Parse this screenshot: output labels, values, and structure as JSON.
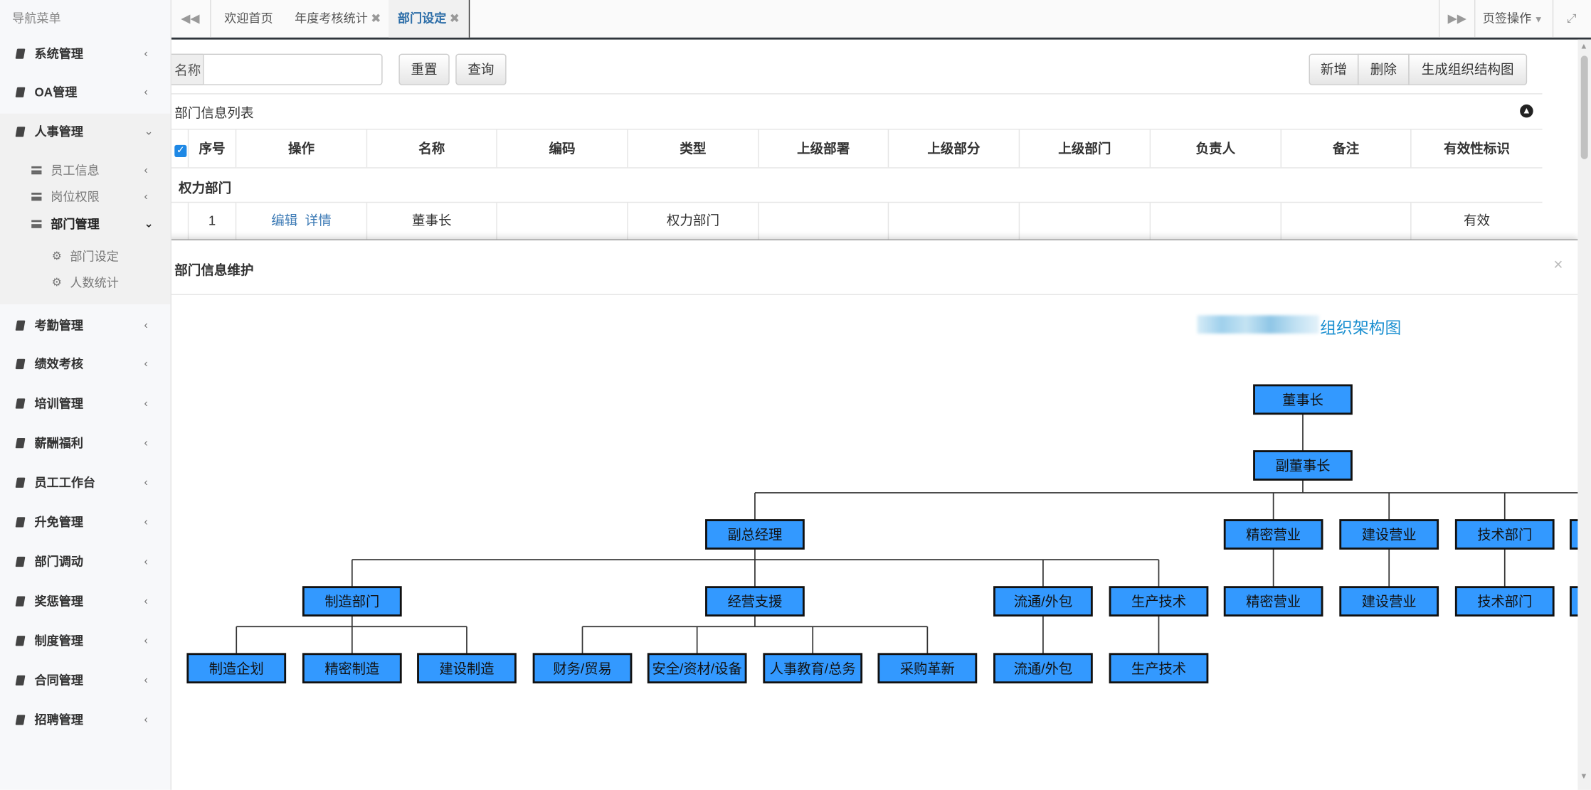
{
  "sidebar": {
    "title": "导航菜单",
    "items": [
      {
        "label": "系统管理",
        "expanded": false
      },
      {
        "label": "OA管理",
        "expanded": false
      },
      {
        "label": "人事管理",
        "expanded": true
      },
      {
        "label": "考勤管理"
      },
      {
        "label": "绩效考核"
      },
      {
        "label": "培训管理"
      },
      {
        "label": "薪酬福利"
      },
      {
        "label": "员工工作台"
      },
      {
        "label": "升免管理"
      },
      {
        "label": "部门调动"
      },
      {
        "label": "奖惩管理"
      },
      {
        "label": "制度管理"
      },
      {
        "label": "合同管理"
      },
      {
        "label": "招聘管理"
      }
    ],
    "hr_sub": [
      {
        "label": "员工信息"
      },
      {
        "label": "岗位权限"
      },
      {
        "label": "部门管理"
      }
    ],
    "dept_sub": [
      {
        "label": "部门设定"
      },
      {
        "label": "人数统计"
      }
    ]
  },
  "tabs": {
    "items": [
      {
        "label": "欢迎首页"
      },
      {
        "label": "年度考核统计"
      },
      {
        "label": "部门设定",
        "active": true
      }
    ],
    "tab_ops": "页签操作"
  },
  "search": {
    "label": "名称",
    "value": "",
    "reset": "重置",
    "query": "查询"
  },
  "toolbar": {
    "add": "新增",
    "delete": "删除",
    "generate": "生成组织结构图"
  },
  "list": {
    "title": "部门信息列表",
    "columns": [
      "序号",
      "操作",
      "名称",
      "编码",
      "类型",
      "上级部署",
      "上级部分",
      "上级部门",
      "负责人",
      "备注",
      "有效性标识"
    ],
    "group": "权力部门",
    "rows": [
      {
        "no": "1",
        "edit": "编辑",
        "detail": "详情",
        "name": "董事长",
        "code": "",
        "type": "权力部门",
        "valid": "有效"
      }
    ]
  },
  "modal": {
    "title": "部门信息维护",
    "close": "×"
  },
  "org_chart": {
    "title": "组织架构图",
    "node_color": "#3399ff",
    "nodes": [
      {
        "label": "董事长",
        "parent": null
      },
      {
        "label": "副董事长",
        "parent": 0
      },
      {
        "label": "副总经理",
        "parent": 1
      },
      {
        "label": "精密营业",
        "parent": 1
      },
      {
        "label": "建设营业",
        "parent": 1
      },
      {
        "label": "技术部门",
        "parent": 1
      },
      {
        "label": "",
        "parent": 1
      },
      {
        "label": "制造部门",
        "parent": 2
      },
      {
        "label": "经营支援",
        "parent": 2
      },
      {
        "label": "流通/外包",
        "parent": 2
      },
      {
        "label": "生产技术",
        "parent": 2
      },
      {
        "label": "精密营业",
        "parent": 3
      },
      {
        "label": "建设营业",
        "parent": 4
      },
      {
        "label": "技术部门",
        "parent": 5
      },
      {
        "label": "",
        "parent": 6
      },
      {
        "label": "制造企划",
        "parent": 7
      },
      {
        "label": "精密制造",
        "parent": 7
      },
      {
        "label": "建设制造",
        "parent": 7
      },
      {
        "label": "财务/贸易",
        "parent": 8
      },
      {
        "label": "安全/资材/设备",
        "parent": 8
      },
      {
        "label": "人事教育/总务",
        "parent": 8
      },
      {
        "label": "采购革新",
        "parent": 8
      },
      {
        "label": "流通/外包",
        "parent": 9
      },
      {
        "label": "生产技术",
        "parent": 10
      }
    ]
  }
}
